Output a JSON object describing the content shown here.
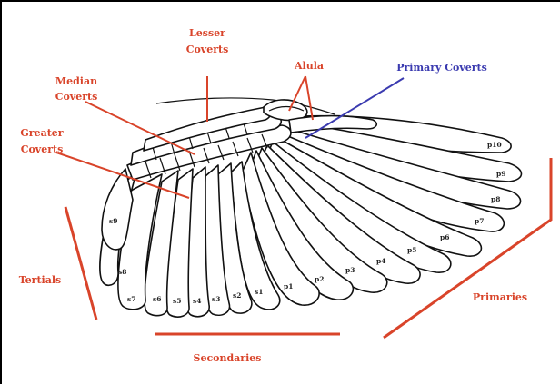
{
  "labels": {
    "lesser_line1": "Lesser",
    "lesser_line2": "Coverts",
    "alula": "Alula",
    "primary_coverts": "Primary Coverts",
    "median_line1": "Median",
    "median_line2": "Coverts",
    "greater_line1": "Greater",
    "greater_line2": "Coverts",
    "tertials": "Tertials",
    "secondaries": "Secondaries",
    "primaries": "Primaries"
  },
  "feathers": {
    "s9": "s9",
    "s8": "s8",
    "s7": "s7",
    "s6": "s6",
    "s5": "s5",
    "s4": "s4",
    "s3": "s3",
    "s2": "s2",
    "s1": "s1",
    "p1": "p1",
    "p2": "p2",
    "p3": "p3",
    "p4": "p4",
    "p5": "p5",
    "p6": "p6",
    "p7": "p7",
    "p8": "p8",
    "p9": "p9",
    "p10": "p10"
  },
  "colors": {
    "label_red": "#d9442a",
    "label_blue": "#3b3bb0",
    "outline": "#111111"
  }
}
